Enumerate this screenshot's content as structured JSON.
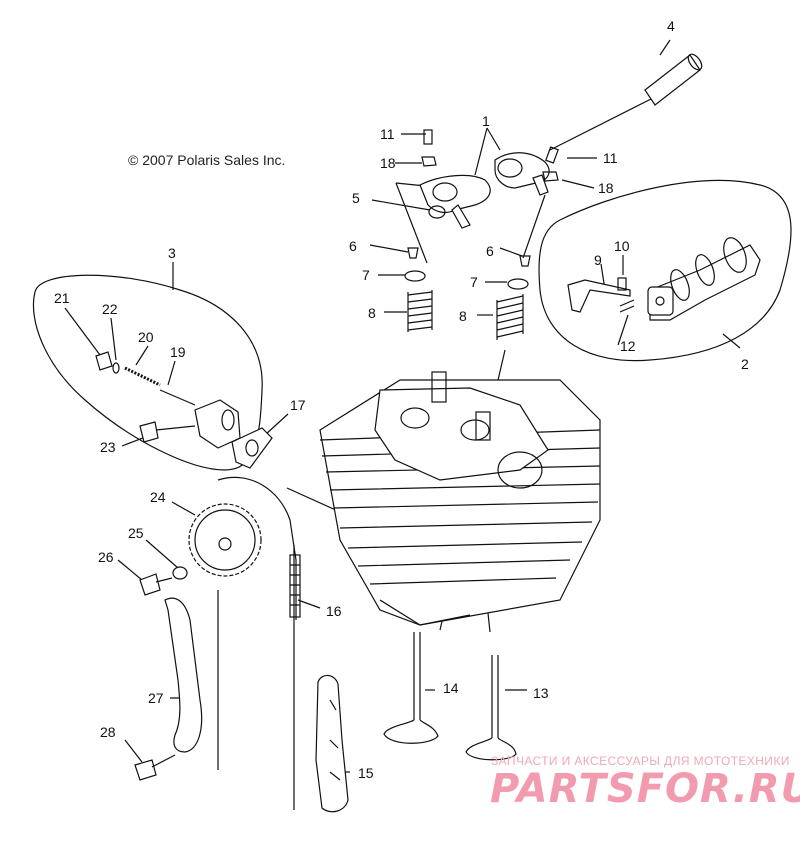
{
  "copyright": "© 2007 Polaris Sales Inc.",
  "callouts": [
    "1",
    "2",
    "3",
    "4",
    "5",
    "6",
    "6",
    "7",
    "7",
    "8",
    "8",
    "9",
    "10",
    "11",
    "11",
    "12",
    "13",
    "14",
    "15",
    "16",
    "17",
    "18",
    "18",
    "19",
    "20",
    "21",
    "22",
    "23",
    "24",
    "25",
    "26",
    "27",
    "28"
  ],
  "watermark": {
    "tagline": "ЗАПЧАСТИ И АКСЕССУАРЫ ДЛЯ МОТОТЕХНИКИ",
    "logo": "PARTSFOR.RU",
    "color": "#f08aa0"
  }
}
